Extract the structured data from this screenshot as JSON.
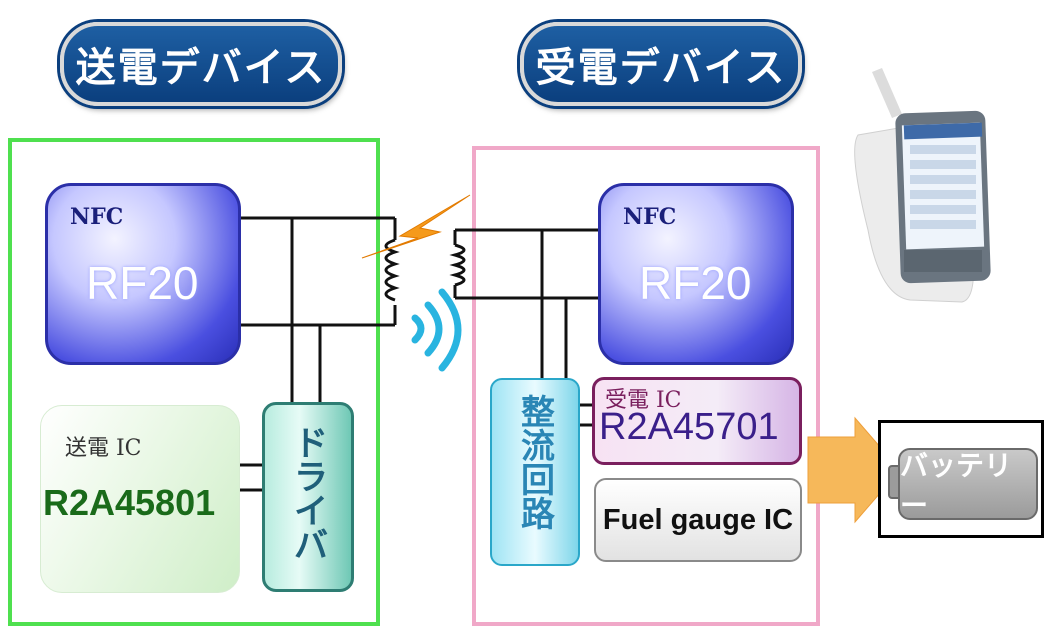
{
  "titles": {
    "transmitter": "送電デバイス",
    "receiver": "受電デバイス"
  },
  "transmitter": {
    "nfc_label": "NFC",
    "rf_label": "RF20",
    "ic_label": "送電 IC",
    "ic_part": "R2A45801",
    "driver_label": "ドライバ"
  },
  "receiver": {
    "nfc_label": "NFC",
    "rf_label": "RF20",
    "rectifier_label": "整流回路",
    "ic_label": "受電 IC",
    "ic_part": "R2A45701",
    "fuel_gauge_label": "Fuel gauge IC"
  },
  "battery": {
    "label": "バッテリー"
  },
  "colors": {
    "title_fill": "#0b3f7e",
    "transmitter_border": "#4fe04f",
    "receiver_border": "#f0a8c8",
    "arrow": "#f6b85a",
    "waves": "#29b4e0",
    "lightning": "#f59a1b"
  },
  "icons": [
    "lightning-icon",
    "wireless-waves-icon",
    "coil-icon",
    "smartphone-icon",
    "arrow-right-icon"
  ]
}
